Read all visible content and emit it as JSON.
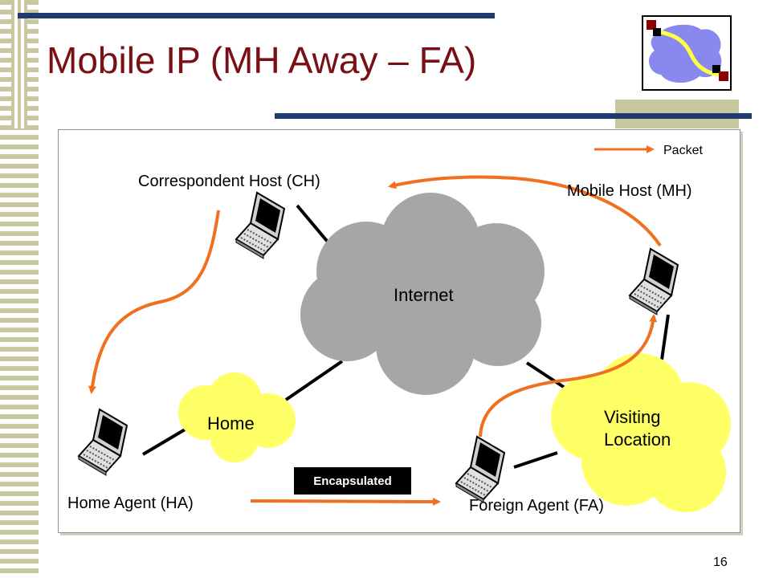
{
  "slide": {
    "title": "Mobile IP (MH Away – FA)",
    "page_number": "16"
  },
  "legend": {
    "label": "Packet"
  },
  "hosts": {
    "ch": "Correspondent Host (CH)",
    "mh": "Mobile Host (MH)",
    "ha": "Home Agent (HA)",
    "fa": "Foreign Agent (FA)"
  },
  "networks": {
    "internet": "Internet",
    "home": "Home",
    "visiting_line1": "Visiting",
    "visiting_line2": "Location"
  },
  "tags": {
    "encapsulated": "Encapsulated"
  },
  "colors": {
    "title": "#7a0f14",
    "arrow": "#f07020",
    "internet_cloud": "#a6a6a6",
    "local_cloud": "#ffff66",
    "accent_bar": "#1f3a6e",
    "stripe": "#c8c8a0"
  },
  "icons": [
    "laptop-icon",
    "cloud-network-logo-icon"
  ]
}
